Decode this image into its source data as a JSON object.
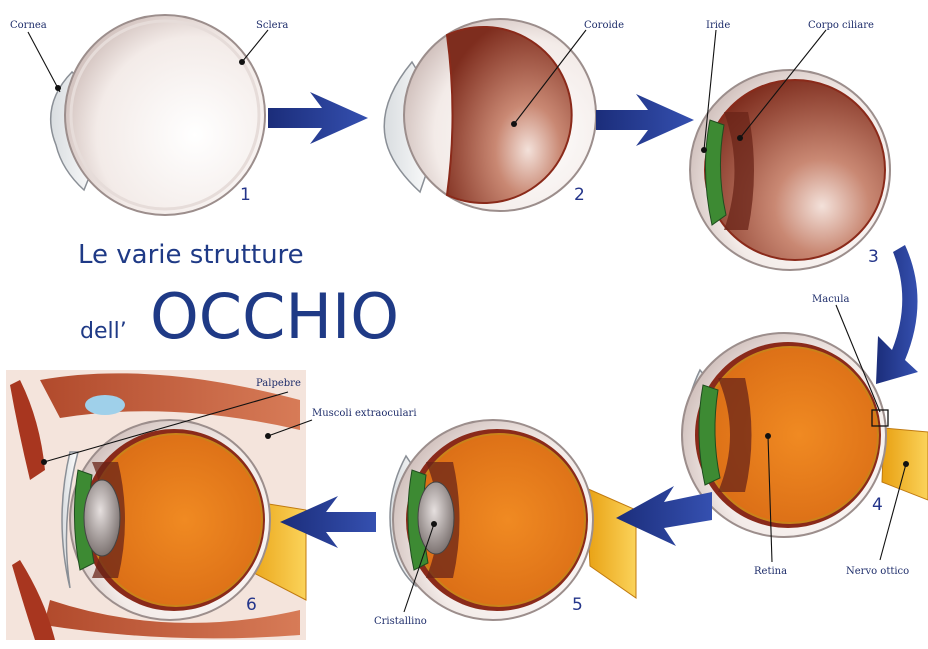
{
  "title": {
    "line1": "Le varie strutture",
    "line2_prefix": "dell’",
    "line2_main": "OCCHIO"
  },
  "labels": {
    "cornea": "Cornea",
    "sclera": "Sclera",
    "coroide": "Coroide",
    "iride": "Iride",
    "corpo_ciliare": "Corpo ciliare",
    "macula": "Macula",
    "retina": "Retina",
    "nervo_ottico": "Nervo ottico",
    "cristallino": "Cristallino",
    "palpebre": "Palpebre",
    "muscoli": "Muscoli extraoculari"
  },
  "step_numbers": [
    "1",
    "2",
    "3",
    "4",
    "5",
    "6"
  ],
  "colors": {
    "title": "#1f3a86",
    "arrow": "#2a3f98",
    "sclera": "#f4efec",
    "choroid": "#9b3a2a",
    "retina": "#e07a1c",
    "optic_nerve": "#f2b51e",
    "iris": "#3a8a3a"
  }
}
